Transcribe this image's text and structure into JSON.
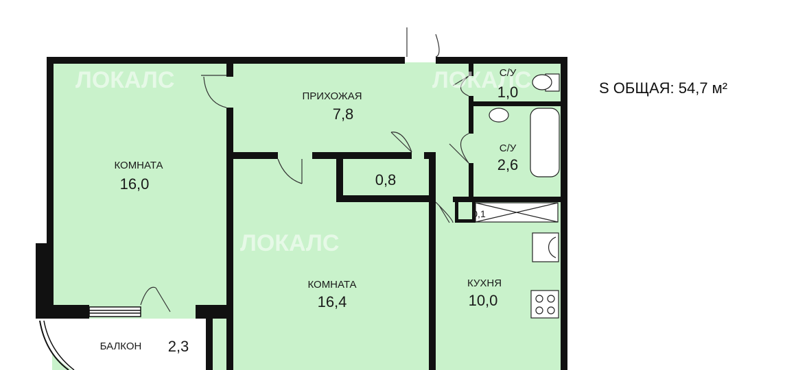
{
  "watermark": "ЛОКАЛС",
  "total_area": "S ОБЩАЯ: 54,7 м²",
  "colors": {
    "room_fill": "#c9f2cb",
    "wall": "#111111",
    "balcony_fill": "#ffffff"
  },
  "rooms": {
    "room1": {
      "name": "КОМНАТА",
      "area": "16,0"
    },
    "hallway": {
      "name": "ПРИХОЖАЯ",
      "area": "7,8"
    },
    "closet": {
      "area": "0,8"
    },
    "wc": {
      "name": "С/У",
      "area": "1,0"
    },
    "bath": {
      "name": "С/У",
      "area": "2,6"
    },
    "niche": {
      "area": "0,1"
    },
    "room2": {
      "name": "КОМНАТА",
      "area": "16,4"
    },
    "kitchen": {
      "name": "КУХНЯ",
      "area": "10,0"
    },
    "balcony": {
      "name": "БАЛКОН",
      "area": "2,3"
    }
  }
}
